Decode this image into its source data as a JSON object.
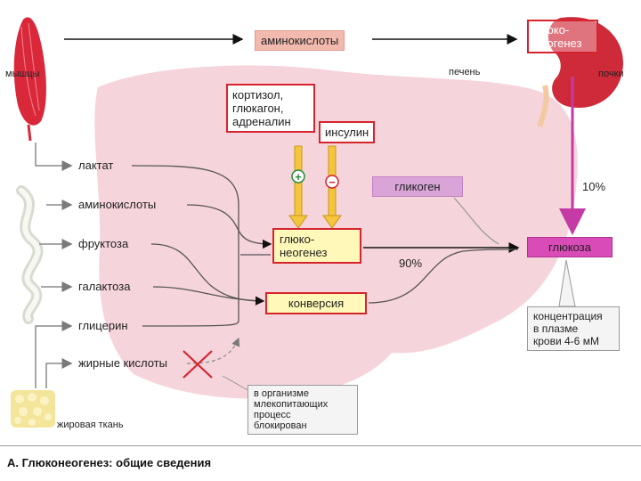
{
  "labels": {
    "muscle": "мышцы",
    "liver": "печень",
    "kidney": "почки",
    "adipose": "жировая ткань",
    "percent_kidney": "10%",
    "percent_liver": "90%"
  },
  "boxes": {
    "amino_top": "аминокислоты",
    "gng_kidney": [
      "глюко-",
      "неогенез"
    ],
    "hormones": [
      "кортизол,",
      "глюкагон,",
      "адреналин"
    ],
    "insulin": "инсулин",
    "glycogen": "гликоген",
    "gng_liver": [
      "глюко-",
      "неогенез"
    ],
    "glucose": "глюкоза",
    "conversion": "конверсия",
    "concentration": [
      "концентрация",
      "в плазме",
      "крови 4-6 мМ"
    ],
    "blocked_note": [
      "в организме",
      "млекопитающих",
      "процесс",
      "блокирован"
    ]
  },
  "substrates": [
    "лактат",
    "аминокислоты",
    "фруктоза",
    "галактоза",
    "глицерин",
    "жирные кислоты"
  ],
  "signs": {
    "plus": "+",
    "minus": "−"
  },
  "caption": "А. Глюконеогенез: общие сведения",
  "colors": {
    "liver_fill": "#f4cdd6",
    "muscle": "#d8283a",
    "kidney": "#cf2a3a",
    "hormone_arrow": "#f4c53d",
    "accent_red": "#d6242e",
    "glucose": "#d94bb6",
    "glycogen": "#d9a4d8",
    "adipose": "#f3e69a"
  }
}
